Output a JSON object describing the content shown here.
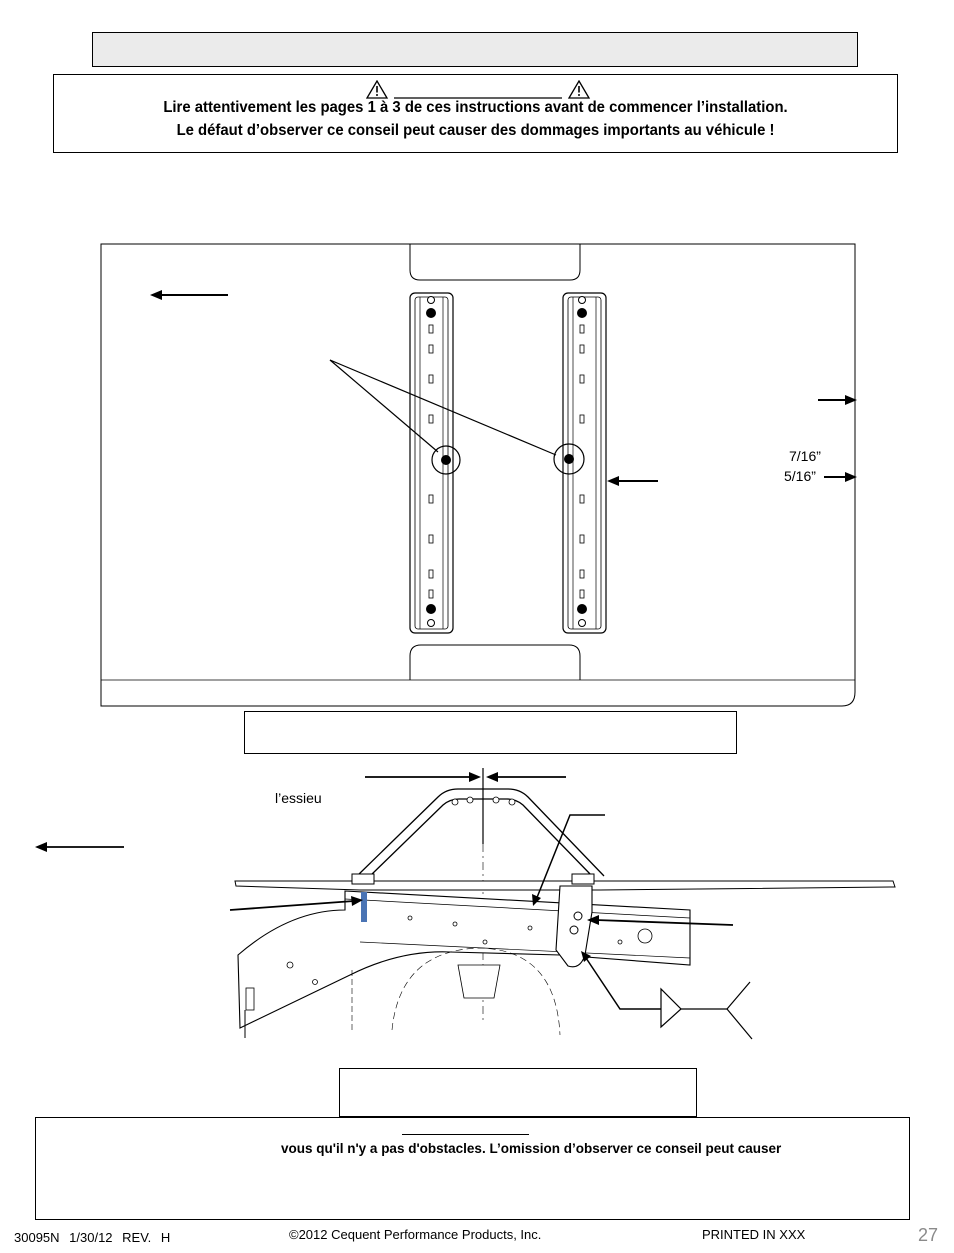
{
  "warning": {
    "line1": "Lire attentivement les pages 1 à 3 de ces instructions avant de commencer l’installation.",
    "line2": "Le défaut d’observer ce conseil peut causer des dommages importants au véhicule !"
  },
  "figure1": {
    "dim_upper": "7/16”",
    "dim_lower": "5/16”"
  },
  "figure2": {
    "axle_label": "l’essieu"
  },
  "notice": {
    "text": "vous qu'il n'y a pas d'obstacles. L’omission d’observer ce conseil peut causer"
  },
  "footer": {
    "part_info": "30095N 1/30/12 REV. H",
    "copyright": "©2012 Cequent Performance Products, Inc.",
    "printed": "PRINTED IN XXX",
    "page_number": "27"
  },
  "icons": [
    "warning-triangle-icon",
    "arrow-left-icon",
    "arrow-right-icon"
  ]
}
